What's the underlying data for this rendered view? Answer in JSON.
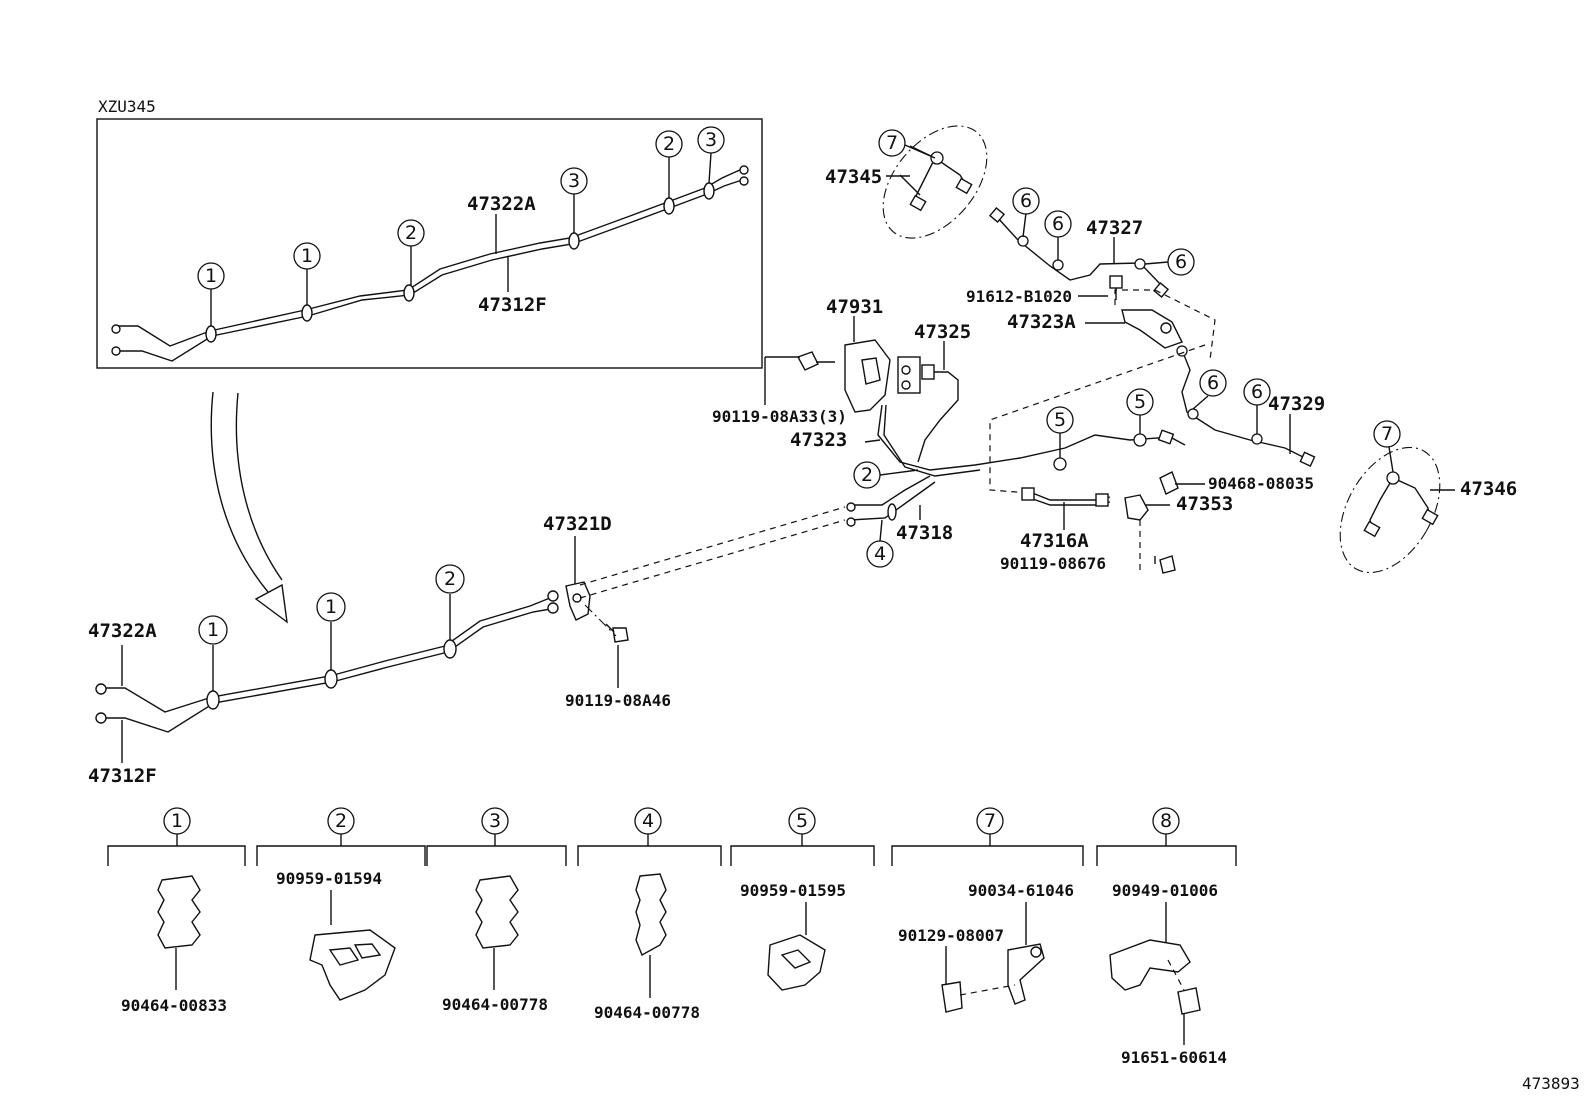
{
  "diagram": {
    "code": "473893"
  },
  "inset": {
    "title": "XZU345",
    "labels": {
      "pipe_a": "47322A",
      "pipe_f": "47312F"
    },
    "markers": [
      "1",
      "1",
      "2",
      "3",
      "2",
      "3"
    ]
  },
  "main": {
    "labels": {
      "pipe_a": "47322A",
      "pipe_f": "47312F",
      "clamp": "47321D",
      "bolt_a46": "90119-08A46"
    },
    "markers": [
      "1",
      "1",
      "2"
    ]
  },
  "upper": {
    "labels": {
      "p47345": "47345",
      "p47327": "47327",
      "p91612": "91612-B1020",
      "p47323A": "47323A",
      "p47931": "47931",
      "p47325": "47325",
      "p90119_a33": "90119-08A33(3)",
      "p47323": "47323",
      "p47329": "47329",
      "p90468": "90468-08035",
      "p47353": "47353",
      "p47316A": "47316A",
      "p90119_676": "90119-08676",
      "p47318": "47318",
      "p47346": "47346"
    },
    "markers": {
      "m7a": "7",
      "m6a": "6",
      "m6b": "6",
      "m6c": "6",
      "m6d": "6",
      "m6e": "6",
      "m5a": "5",
      "m5b": "5",
      "m2": "2",
      "m4": "4",
      "m7b": "7"
    }
  },
  "legend": {
    "groups": [
      {
        "marker": "1",
        "parts": [
          "90464-00833"
        ]
      },
      {
        "marker": "2",
        "parts": [
          "90959-01594"
        ]
      },
      {
        "marker": "3",
        "parts": [
          "90464-00778"
        ]
      },
      {
        "marker": "4",
        "parts": [
          "90464-00778"
        ]
      },
      {
        "marker": "5",
        "parts": [
          "90959-01595"
        ]
      },
      {
        "marker": "7",
        "parts": [
          "90034-61046",
          "90129-08007"
        ]
      },
      {
        "marker": "8",
        "parts": [
          "90949-01006",
          "91651-60614"
        ]
      }
    ]
  }
}
